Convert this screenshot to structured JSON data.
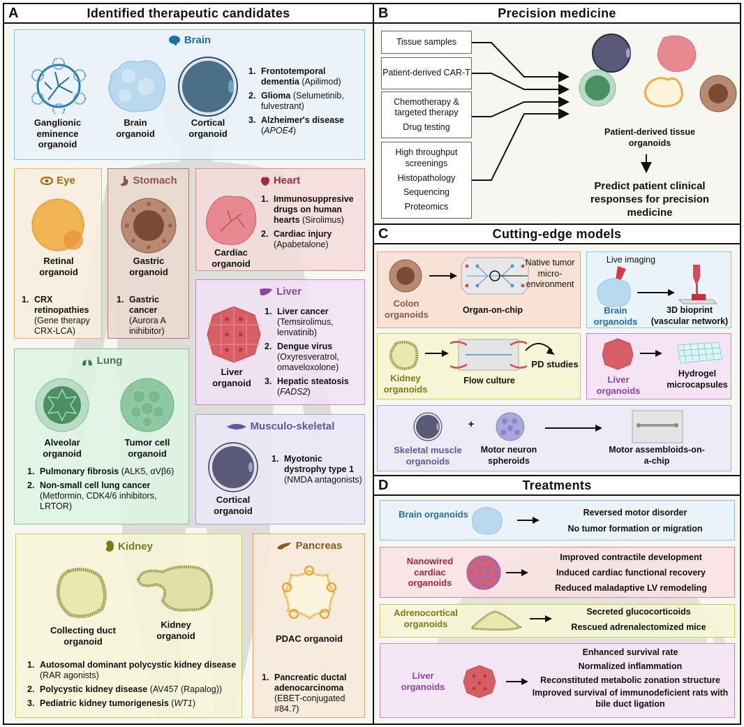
{
  "colors": {
    "brain": "#1f6fa0",
    "eye": "#a36a12",
    "stomach": "#8a5a44",
    "heart": "#a02a3a",
    "liver": "#8e44a0",
    "lung": "#3d7a52",
    "musculo": "#5a5aa0",
    "kidney": "#7a7a18",
    "pancreas": "#8a5a18",
    "colon": "#8a5a44"
  },
  "panelA": {
    "letter": "A",
    "title": "Identified therapeutic candidates",
    "brain": {
      "title": "Brain",
      "icon": "brain-icon",
      "organoids": [
        "Ganglionic eminence organoid",
        "Brain organoid",
        "Cortical organoid"
      ],
      "items": [
        {
          "n": "1.",
          "bold": "Frontotemporal dementia",
          "rest": " (Apilimod)"
        },
        {
          "n": "2.",
          "bold": "Glioma",
          "rest": " (Selumetinib, fulvestrant)"
        },
        {
          "n": "3.",
          "bold": "Alzheimer's disease",
          "rest_italic": "APOE4"
        }
      ]
    },
    "eye": {
      "title": "Eye",
      "icon": "eye-icon",
      "organoid": "Retinal organoid",
      "items": [
        {
          "n": "1.",
          "bold": "CRX retinopathies",
          "rest": " (Gene therapy CRX-LCA)"
        }
      ]
    },
    "stomach": {
      "title": "Stomach",
      "icon": "stomach-icon",
      "organoid": "Gastric organoid",
      "items": [
        {
          "n": "1.",
          "bold": "Gastric cancer",
          "rest": " (Aurora A inihibitor)"
        }
      ]
    },
    "heart": {
      "title": "Heart",
      "icon": "heart-icon",
      "organoid": "Cardiac organoid",
      "items": [
        {
          "n": "1.",
          "bold": "Immunosuppresive drugs on human hearts",
          "rest": " (Sirolimus)"
        },
        {
          "n": "2.",
          "bold": "Cardiac injury",
          "rest": " (Apabetalone)"
        }
      ]
    },
    "liver": {
      "title": "Liver",
      "icon": "liver-icon",
      "organoid": "Liver organoid",
      "items": [
        {
          "n": "1.",
          "bold": "Liver cancer",
          "rest": " (Temsirolimus, lenvatinib)"
        },
        {
          "n": "2.",
          "bold": "Dengue virus",
          "rest": " (Oxyresveratrol, omaveloxolone)"
        },
        {
          "n": "3.",
          "bold": "Hepatic steatosis",
          "rest_italic": "FADS2"
        }
      ]
    },
    "lung": {
      "title": "Lung",
      "icon": "lungs-icon",
      "organoids": [
        "Alveolar organoid",
        "Tumor cell organoid"
      ],
      "items": [
        {
          "n": "1.",
          "bold": "Pulmonary fibrosis",
          "rest": " (ALK5, αVβ6)"
        },
        {
          "n": "2.",
          "bold": "Non-small cell lung cancer",
          "rest": " (Metformin, CDK4/6 inhibitors, LRTOR)"
        }
      ]
    },
    "musculo": {
      "title": "Musculo-skeletal",
      "icon": "muscle-icon",
      "organoid": "Cortical organoid",
      "items": [
        {
          "n": "1.",
          "bold": "Myotonic dystrophy type 1",
          "rest": " (NMDA antagonists)"
        }
      ]
    },
    "kidney": {
      "title": "Kidney",
      "icon": "kidney-icon",
      "organoids": [
        "Collecting duct organoid",
        "Kidney organoid"
      ],
      "items": [
        {
          "n": "1.",
          "bold": "Autosomal dominant polycystic kidney disease",
          "rest": " (RAR agonists)"
        },
        {
          "n": "2.",
          "bold": "Polycystic kidney disease",
          "rest": " (AV457 (Rapalog))"
        },
        {
          "n": "3.",
          "bold": "Pediatric kidney tumorigenesis",
          "rest_italic": "WT1"
        }
      ]
    },
    "pancreas": {
      "title": "Pancreas",
      "icon": "pancreas-icon",
      "organoid": "PDAC organoid",
      "items": [
        {
          "n": "1.",
          "bold": "Pancreatic ductal adenocarcinoma",
          "rest": " (EBET-conjugated #84.7)"
        }
      ]
    }
  },
  "panelB": {
    "letter": "B",
    "title": "Precision medicine",
    "inputs": [
      [
        "Tissue samples"
      ],
      [
        "Patient-derived CAR-T"
      ],
      [
        "Chemotherapy & targeted therapy",
        "Drug testing"
      ],
      [
        "High throughput screenings",
        "Histopathology",
        "Sequencing",
        "Proteomics"
      ]
    ],
    "organoids_label": "Patient-derived tissue organoids",
    "outcome": "Predict patient clinical responses for precision medicine"
  },
  "panelC": {
    "letter": "C",
    "title": "Cutting-edge models",
    "colon": {
      "source": "Colon organoids",
      "device": "Organ-on-chip",
      "callout": "Native tumor micro-environment"
    },
    "brain": {
      "source": "Brain organoids",
      "annotation": "Live imaging",
      "result": "3D bioprint (vascular network)"
    },
    "kidney": {
      "source": "Kidney organoids",
      "device": "Flow culture",
      "result": "PD studies"
    },
    "liver": {
      "source": "Liver organoids",
      "result": "Hydrogel microcapsules"
    },
    "muscle": {
      "source": "Skeletal muscle organoids",
      "plus": "+",
      "partner": "Motor neuron spheroids",
      "result": "Motor assembloids-on-a-chip"
    }
  },
  "panelD": {
    "letter": "D",
    "title": "Treatments",
    "rows": [
      {
        "source": "Brain organoids",
        "outcomes": [
          "Reversed motor disorder",
          "No tumor formation or migration"
        ]
      },
      {
        "source": "Nanowired cardiac organoids",
        "outcomes": [
          "Improved contractile development",
          "Induced cardiac functional recovery",
          "Reduced maladaptive LV remodeling"
        ]
      },
      {
        "source": "Adrenocortical organoids",
        "outcomes": [
          "Secreted glucocorticoids",
          "Rescued adrenalectomized mice"
        ]
      },
      {
        "source": "Liver organoids",
        "outcomes": [
          "Enhanced survival rate",
          "Normalized inflammation",
          "Reconstituted metabolic zonation structure",
          "Improved survival of immunodeficient rats with bile duct ligation"
        ]
      }
    ]
  }
}
